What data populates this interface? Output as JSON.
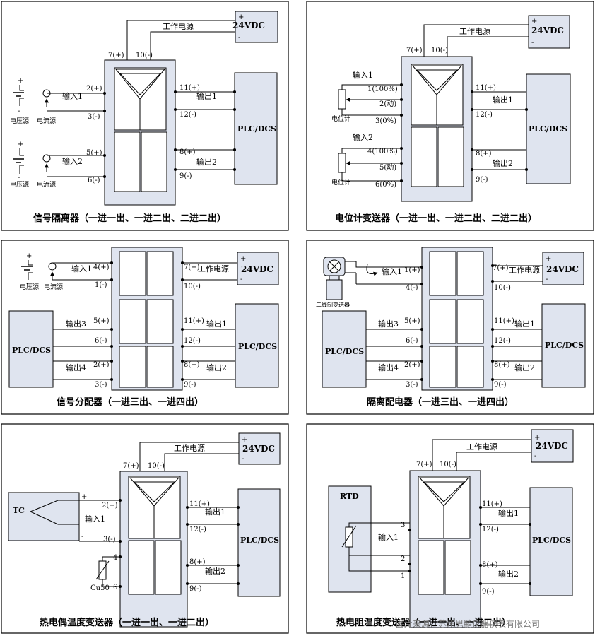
{
  "common": {
    "supply_label": "工作电源",
    "supply_voltage": "24VDC",
    "plc_label": "PLC/DCS",
    "plus": "+",
    "minus": "-",
    "term7": "7(+)",
    "term10": "10(-)",
    "term11": "11(+)",
    "term12": "12(-)",
    "term8": "8(+)",
    "term9": "9(-)",
    "term1": "1(-)",
    "term4": "4(-)",
    "term6": "6(-)",
    "term3": "3(-)",
    "term2p": "2(+)",
    "term5p": "5(+)",
    "term4p": "4(+)",
    "term1p": "1(+)",
    "output1": "输出1",
    "output2": "输出2",
    "output3": "输出3",
    "output4": "输出4",
    "input1": "输入1",
    "input2": "输入2",
    "voltage_source": "电压源",
    "current_source": "电流源",
    "potentiometer": "电位计",
    "two_wire_transmitter": "二线制变送器"
  },
  "panels": [
    {
      "caption": "信号隔离器（一进一出、一进二出、二进二出）"
    },
    {
      "caption": "电位计变送器（一进一出、一进二出、二进二出）",
      "pot_terms": [
        "1(100%)",
        "2(动)",
        "3(0%)",
        "4(100%)",
        "5(动)",
        "6(0%)"
      ]
    },
    {
      "caption": "信号分配器（一进三出、一进四出）"
    },
    {
      "caption": "隔离配电器（一进三出、一进四出）"
    },
    {
      "caption": "热电偶温度变送器（一进一出、一进二出）",
      "tc_label": "TC",
      "cu_label": "Cu50",
      "t4": "4",
      "t6": "6"
    },
    {
      "caption": "热电阻温度变送器（一进一出、一进二出）",
      "rtd_label": "RTD",
      "t3": "3",
      "t2": "2",
      "t1": "1"
    }
  ],
  "watermark": "图片来源：苏州思鹏仪器仪表有限公司"
}
